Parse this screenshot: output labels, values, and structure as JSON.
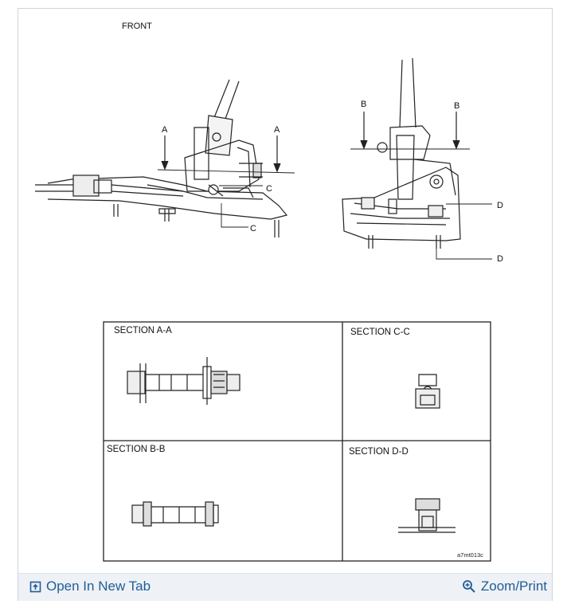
{
  "diagram": {
    "front_label": "FRONT",
    "marker_a": "A",
    "marker_b": "B",
    "marker_c": "C",
    "marker_d": "D",
    "sections": {
      "aa": "SECTION A-A",
      "cc": "SECTION C-C",
      "bb": "SECTION B-B",
      "dd": "SECTION D-D"
    },
    "figure_code": "a7mt013c"
  },
  "toolbar": {
    "open_tab_label": "Open In New Tab",
    "zoom_label": "Zoom/Print"
  },
  "colors": {
    "link": "#1f5d99",
    "bar_bg": "#eef1f5"
  }
}
